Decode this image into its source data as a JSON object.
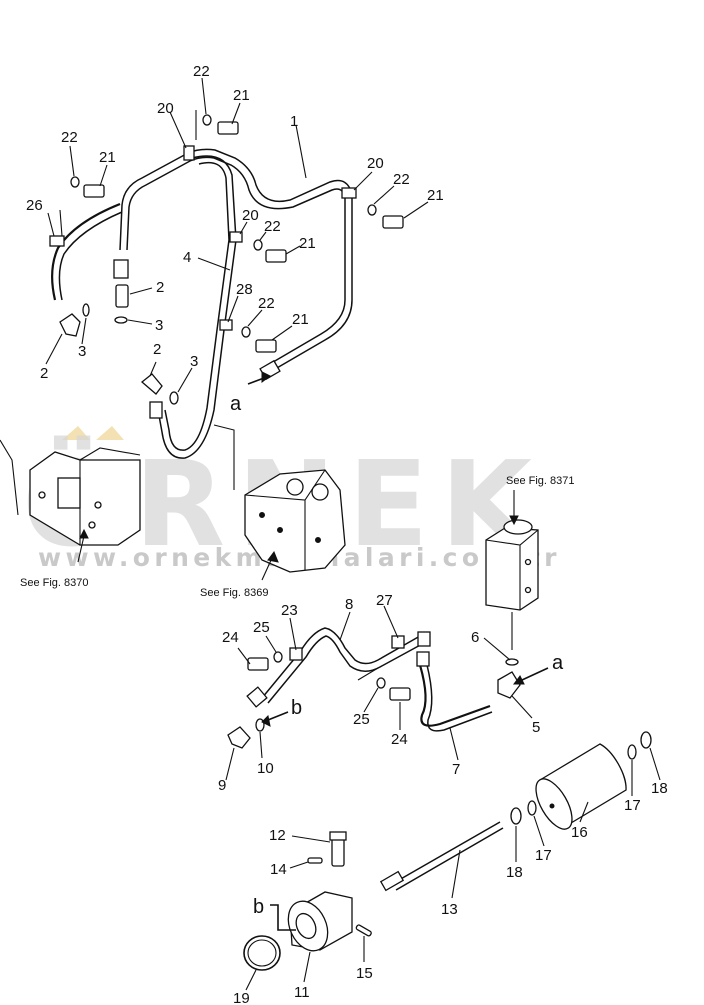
{
  "watermark": {
    "brand": "ÖRNEK",
    "url": "www.ornekmakinalari.com.tr",
    "color": "#d6d6d6",
    "accent": "#f0d9a0"
  },
  "references": {
    "fig_8370": "See Fig. 8370",
    "fig_8369": "See Fig. 8369",
    "fig_8371": "See Fig. 8371"
  },
  "connections": {
    "a": "a",
    "b": "b"
  },
  "callouts": {
    "c1": "1",
    "c2a": "2",
    "c2b": "2",
    "c2c": "2",
    "c3a": "3",
    "c3b": "3",
    "c3c": "3",
    "c4": "4",
    "c5": "5",
    "c6": "6",
    "c7": "7",
    "c8": "8",
    "c9": "9",
    "c10": "10",
    "c11": "11",
    "c12": "12",
    "c13": "13",
    "c14": "14",
    "c15": "15",
    "c16": "16",
    "c17a": "17",
    "c17b": "17",
    "c18a": "18",
    "c18b": "18",
    "c19": "19",
    "c20a": "20",
    "c20b": "20",
    "c20c": "20",
    "c21a": "21",
    "c21b": "21",
    "c21c": "21",
    "c21d": "21",
    "c21e": "21",
    "c22a": "22",
    "c22b": "22",
    "c22c": "22",
    "c22d": "22",
    "c22e": "22",
    "c23": "23",
    "c24a": "24",
    "c24b": "24",
    "c25a": "25",
    "c25b": "25",
    "c26": "26",
    "c27": "27",
    "c28": "28"
  }
}
